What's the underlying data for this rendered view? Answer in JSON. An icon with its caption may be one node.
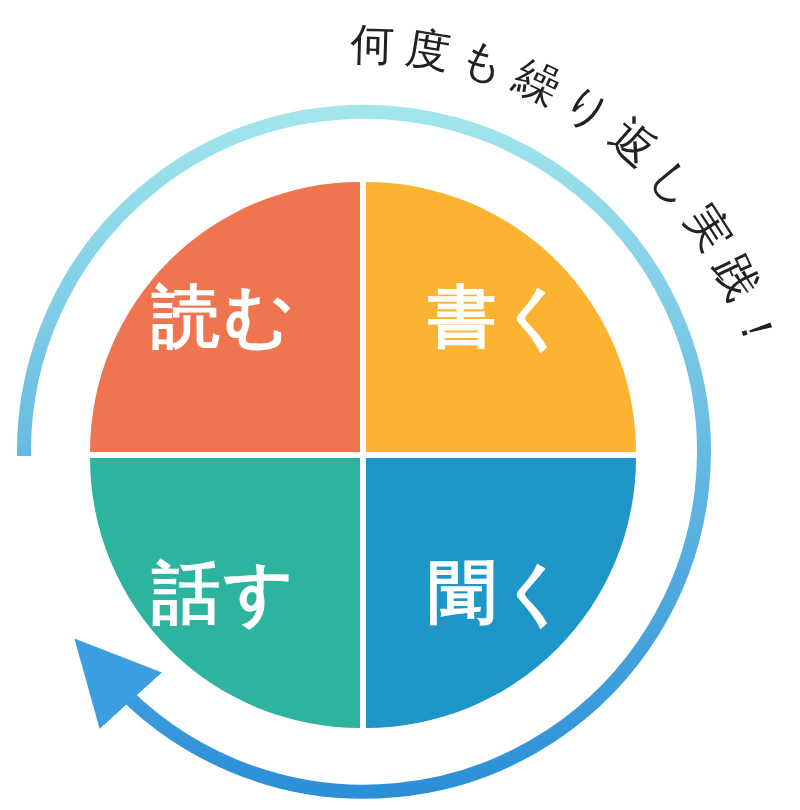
{
  "diagram": {
    "nodes": [
      {
        "text": [
          "読む"
        ]
      },
      {
        "text": [
          "書く"
        ]
      },
      {
        "text": [
          "話す"
        ]
      },
      {
        "text": [
          "聞く"
        ]
      }
    ],
    "labels": [
      "何度も繰り返し実践！"
    ]
  }
}
